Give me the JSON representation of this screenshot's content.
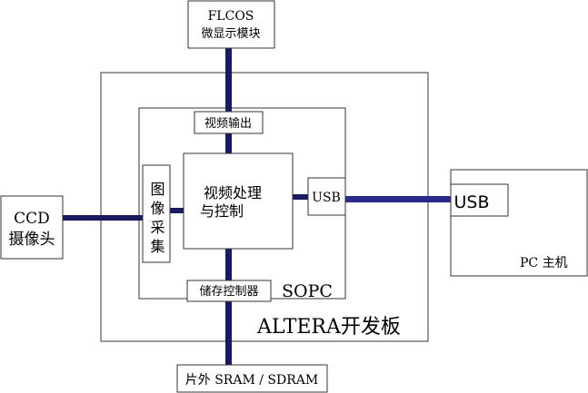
{
  "blocks": {
    "flcos_line1": "FLCOS",
    "flcos_line2": "微显示模块",
    "ccd_line1": "CCD",
    "ccd_line2": "摄像头",
    "video_output": "视频输出",
    "image_capture": "图像采集",
    "video_proc_line1": "视频处理",
    "video_proc_line2": "与控制",
    "usb_inner": "USB",
    "storage_controller": "储存控制器",
    "sopc_label": "SOPC",
    "altera_label": "ALTERA开发板",
    "usb_pc": "USB",
    "pc_label": "PC 主机",
    "memory": "片外 SRAM / SDRAM"
  },
  "colors": {
    "bus": "#1a1a5e",
    "box_stroke": "#333333",
    "background": "#ffffff"
  }
}
